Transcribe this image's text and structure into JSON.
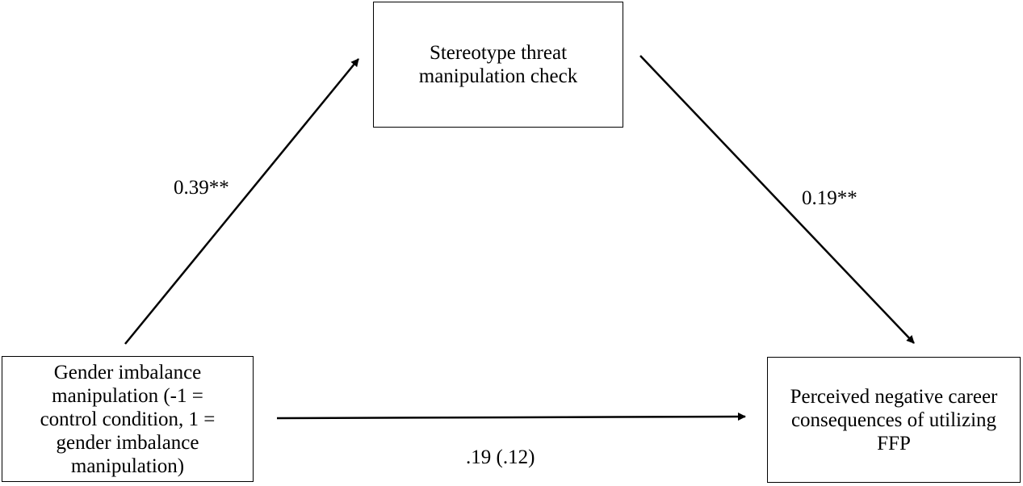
{
  "nodes": {
    "mediator": "Stereotype threat manipulation check",
    "independent": "Gender imbalance manipulation (-1 = control condition, 1 = gender imbalance manipulation)",
    "dependent": "Perceived negative career consequences of utilizing FFP"
  },
  "paths": {
    "a": "0.39**",
    "b": "0.19**",
    "c": ".19 (.12)"
  }
}
